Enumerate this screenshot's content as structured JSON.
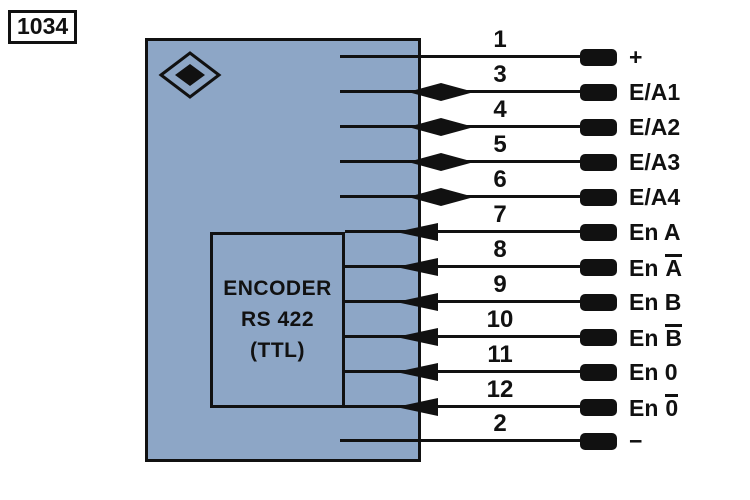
{
  "figure": {
    "number": "1034"
  },
  "device": {
    "encoder_box": {
      "line1": "ENCODER",
      "line2": "RS 422",
      "line3": "(TTL)"
    }
  },
  "pins": [
    {
      "pin": "1",
      "label": "+",
      "bar": "",
      "arrow": "none"
    },
    {
      "pin": "3",
      "label": "E/A1",
      "bar": "",
      "arrow": "bidirectional"
    },
    {
      "pin": "4",
      "label": "E/A2",
      "bar": "",
      "arrow": "bidirectional"
    },
    {
      "pin": "5",
      "label": "E/A3",
      "bar": "",
      "arrow": "bidirectional"
    },
    {
      "pin": "6",
      "label": "E/A4",
      "bar": "",
      "arrow": "bidirectional"
    },
    {
      "pin": "7",
      "label": "En A",
      "bar": "",
      "arrow": "into-device"
    },
    {
      "pin": "8",
      "label": "En",
      "bar": "A",
      "arrow": "into-device"
    },
    {
      "pin": "9",
      "label": "En B",
      "bar": "",
      "arrow": "into-device"
    },
    {
      "pin": "10",
      "label": "En",
      "bar": "B",
      "arrow": "into-device"
    },
    {
      "pin": "11",
      "label": "En 0",
      "bar": "",
      "arrow": "into-device"
    },
    {
      "pin": "12",
      "label": "En",
      "bar": "0",
      "arrow": "into-device"
    },
    {
      "pin": "2",
      "label": "−",
      "bar": "",
      "arrow": "none"
    }
  ],
  "colors": {
    "device_fill": "#8DA6C6",
    "line": "#111111"
  }
}
